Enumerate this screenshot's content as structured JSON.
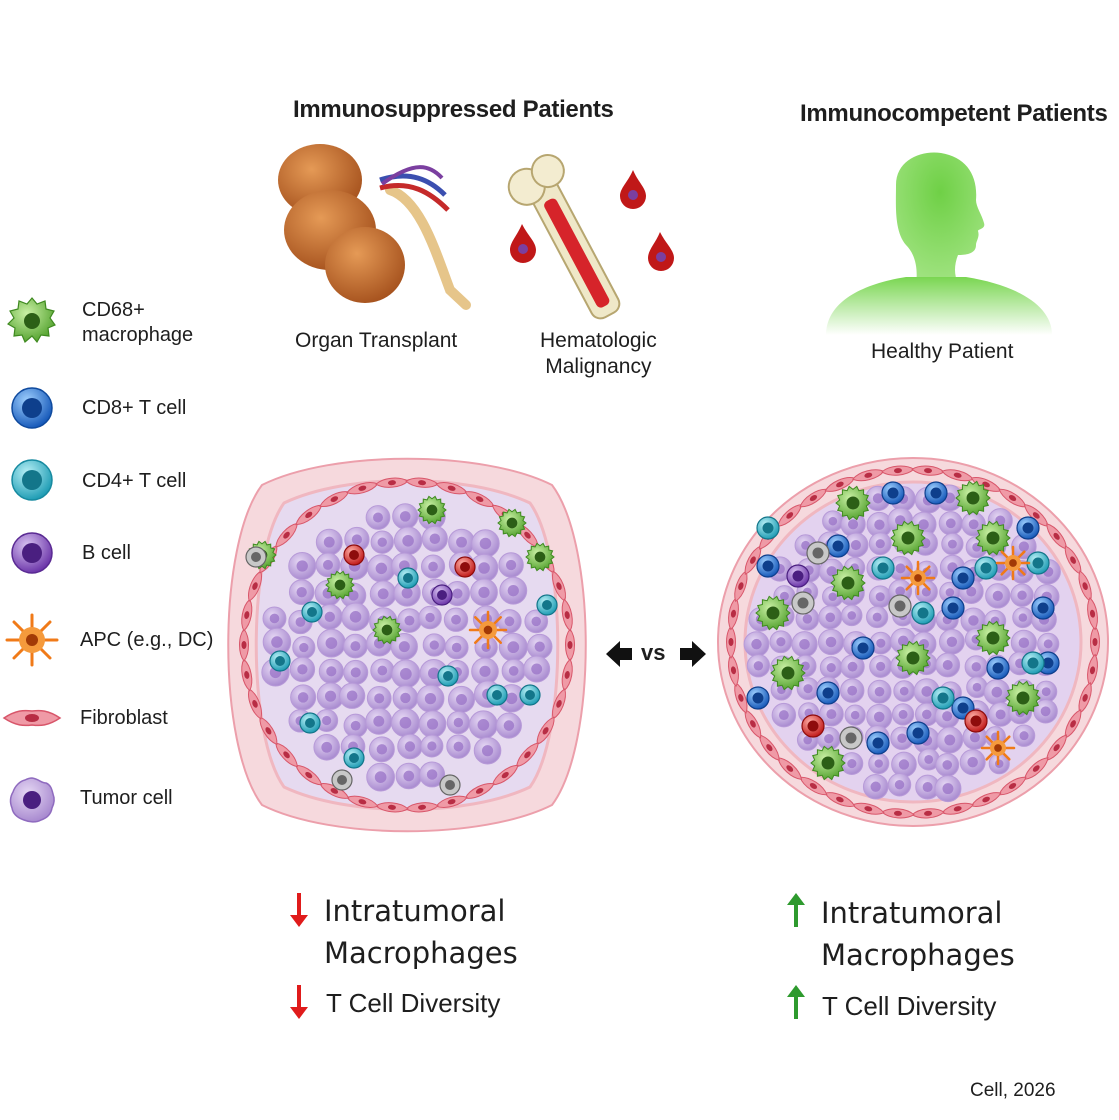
{
  "headers": {
    "suppressed": "Immunosuppressed Patients",
    "competent": "Immunocompetent Patients"
  },
  "conditions": {
    "organ": "Organ Transplant",
    "heme_line1": "Hematologic",
    "heme_line2": "Malignancy",
    "healthy": "Healthy Patient"
  },
  "legend": [
    {
      "line1": "CD68+",
      "line2": "macrophage",
      "icon": "macrophage-icon",
      "color": "#6fbf3e"
    },
    {
      "line1": "CD8+ T cell",
      "icon": "cd8-t-cell-icon",
      "color": "#1f6fd1"
    },
    {
      "line1": "CD4+ T cell",
      "icon": "cd4-t-cell-icon",
      "color": "#2ab3c9"
    },
    {
      "line1": "B cell",
      "icon": "b-cell-icon",
      "color": "#7a3fb3"
    },
    {
      "line1": "APC (e.g., DC)",
      "icon": "apc-icon",
      "color": "#f07a18"
    },
    {
      "line1": "Fibroblast",
      "icon": "fibroblast-icon",
      "color": "#d8566a"
    },
    {
      "line1": "Tumor cell",
      "icon": "tumor-cell-icon",
      "color": "#b79ad8"
    }
  ],
  "comparison": {
    "label": "vs"
  },
  "outcomes": {
    "left": {
      "direction": "down",
      "arrow_color": "#e01b1b",
      "item1_line1": "Intratumoral",
      "item1_line2": "Macrophages",
      "item2": "T Cell Diversity"
    },
    "right": {
      "direction": "up",
      "arrow_color": "#2e9a2e",
      "item1_line1": "Intratumoral",
      "item1_line2": "Macrophages",
      "item2": "T Cell Diversity"
    }
  },
  "citation": "Cell, 2026"
}
